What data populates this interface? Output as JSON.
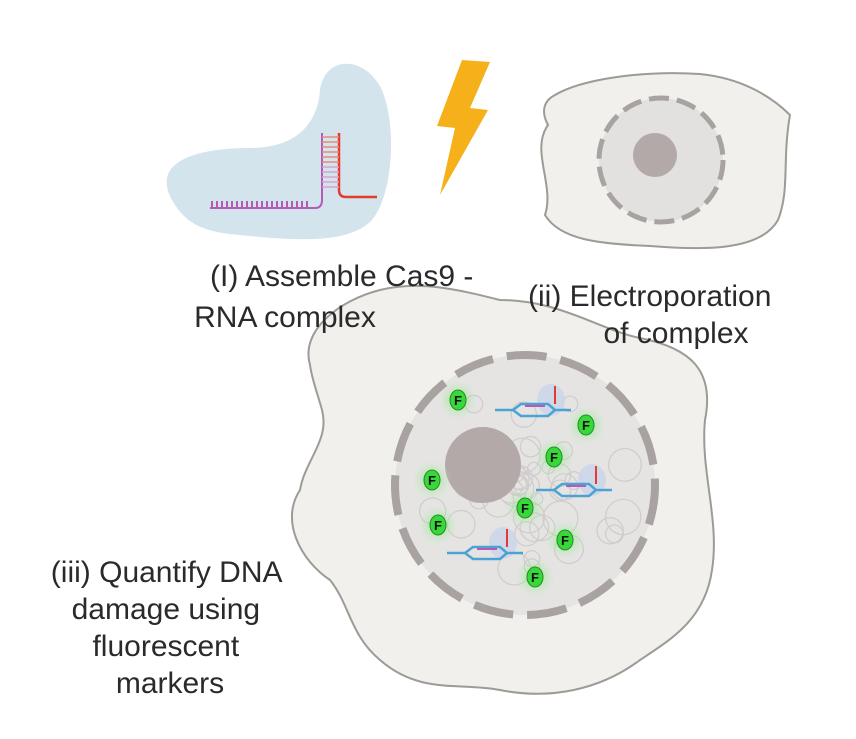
{
  "steps": [
    {
      "lines": [
        "(I) Assemble Cas9 -",
        "RNA complex"
      ]
    },
    {
      "lines": [
        "(ii) Electroporation",
        "of complex"
      ]
    },
    {
      "lines": [
        "(iii) Quantify DNA",
        "damage using",
        "fluorescent",
        "markers"
      ]
    }
  ],
  "marker_letter": "F",
  "colors": {
    "cas9_protein": "#D3E4EC",
    "guide_rna": "#B55BB5",
    "target_strand": "#E8392E",
    "lightning": "#F5B01A",
    "cell": "#F1F0EC",
    "cell_outline": "#9E9A95",
    "nucleolus": "#B3A9A8",
    "fluorescent_marker": "#39D83A",
    "dna": "#4BA3D3"
  }
}
